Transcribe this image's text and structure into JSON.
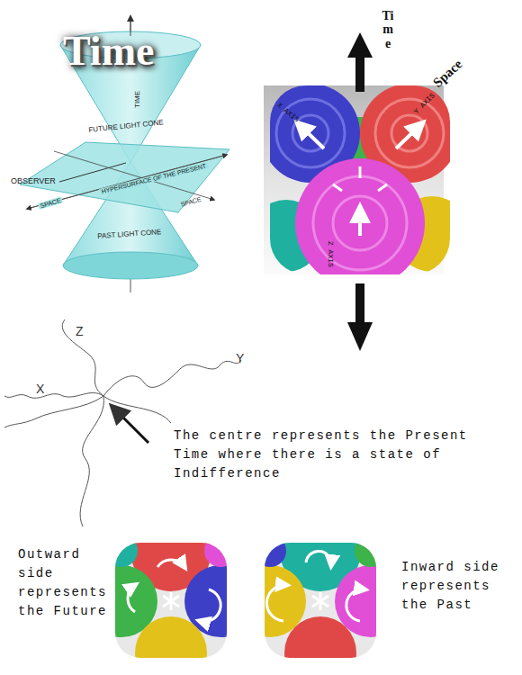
{
  "diagram": {
    "title": "Time",
    "labels": [
      "TIME",
      "FUTURE LIGHT CONE",
      "OBSERVER",
      "SPACE",
      "HYPERSURFACE OF THE PRESENT",
      "SPACE",
      "PAST LIGHT CONE",
      "Time",
      "Space",
      "X AXIS",
      "Y AXIS",
      "Z AXIS",
      "Z",
      "Y",
      "X",
      "The centre represents the Present Time where there is a state of Indifference",
      "Outward side represents the Future",
      "Inward side represents the Past"
    ]
  }
}
